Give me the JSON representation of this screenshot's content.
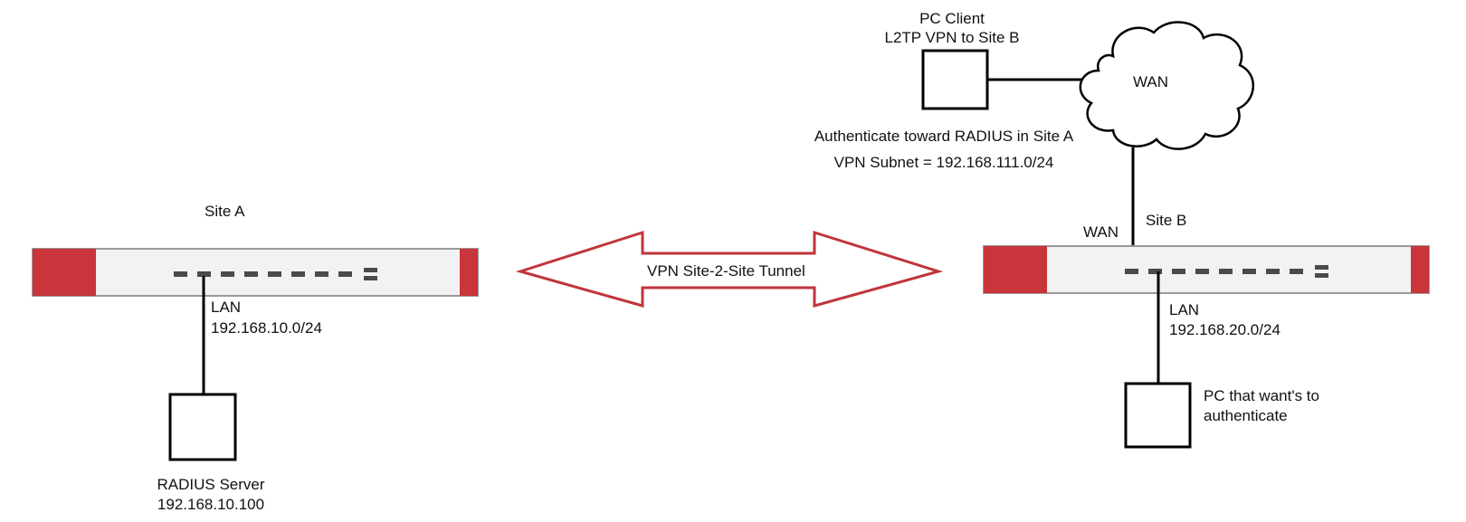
{
  "colors": {
    "firewall_red": "#c8353a",
    "firewall_body": "#f2f2f2",
    "firewall_border": "#9a9a9a",
    "port": "#4a4a4a",
    "arrow_outline": "#c0353a",
    "line": "#000000"
  },
  "pc_client": {
    "title": "PC Client",
    "subtitle": "L2TP VPN to Site B"
  },
  "wan_cloud": {
    "label": "WAN"
  },
  "auth_note": {
    "line1": "Authenticate toward RADIUS in Site A",
    "line2": "VPN Subnet = 192.168.111.0/24"
  },
  "site_a": {
    "title": "Site A",
    "lan_label": "LAN",
    "lan_subnet": "192.168.10.0/24",
    "server_name": "RADIUS Server",
    "server_ip": "192.168.10.100"
  },
  "tunnel": {
    "label": "VPN Site-2-Site Tunnel"
  },
  "site_b": {
    "title": "Site B",
    "wan_label": "WAN",
    "lan_label": "LAN",
    "lan_subnet": "192.168.20.0/24",
    "pc_label_line1": "PC that want's to",
    "pc_label_line2": "authenticate"
  }
}
